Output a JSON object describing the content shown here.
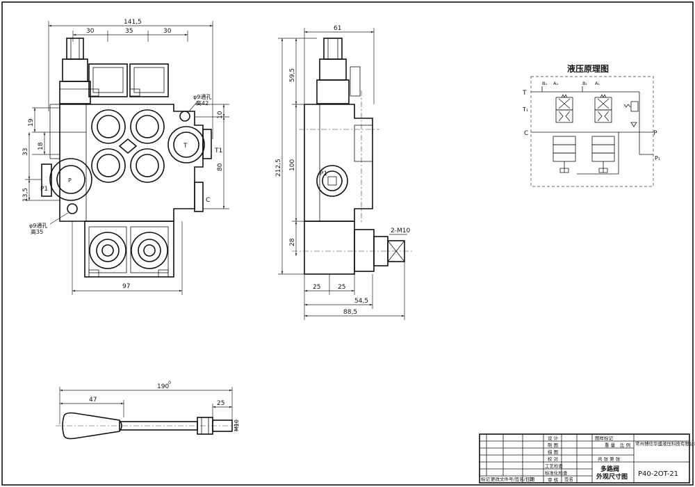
{
  "front_view": {
    "dim_top_overall": "141,5",
    "dim_top_segments": [
      "30",
      "35",
      "30"
    ],
    "dim_left": [
      "19",
      "18",
      "33",
      "13,5"
    ],
    "dim_right": [
      "10",
      "80"
    ],
    "dim_bottom": "97",
    "hole_top_note": "φ9通孔",
    "hole_top_height": "高42",
    "hole_bottom_note": "φ9通孔",
    "hole_bottom_height": "高35",
    "port_labels": {
      "p1": "P1",
      "p": "P",
      "t": "T",
      "t1": "T1",
      "c": "C"
    }
  },
  "side_view": {
    "dim_top": "61",
    "dim_left": [
      "59,5",
      "212,5",
      "100",
      "28"
    ],
    "dim_bottom": [
      "25",
      "25",
      "54,5",
      "88,5"
    ],
    "dim_spline": "2-M10",
    "port_label": "P1"
  },
  "handle": {
    "dim_overall": "190",
    "dim_overall_tol": "0",
    "dim_grip": "47",
    "dim_end": "25",
    "dim_thread": "M10"
  },
  "schematic": {
    "title": "液压原理图",
    "labels": {
      "b2": "B₂",
      "a2": "A₂",
      "b1": "B₁",
      "a1": "A₁",
      "t": "T",
      "t1": "T₁",
      "c": "C",
      "p": "P",
      "p1": "P₁"
    }
  },
  "title_block": {
    "row_labels": [
      "设 计",
      "制 图",
      "描 图",
      "校 对",
      "工艺检查",
      "标准化检查",
      "审 核"
    ],
    "material_header": "图样标记",
    "weight_header": "重 量",
    "scale_header": "比 例",
    "sheets": "共 张 第 张",
    "company": "常州博信华盛液压科技有限公司",
    "part_name_line1": "多路阀",
    "part_name_line2": "外观尺寸图",
    "part_number": "P40-2OT-21",
    "footer_cells": [
      "标记",
      "更改文件号/签名/日期",
      "日期",
      "签名"
    ]
  }
}
